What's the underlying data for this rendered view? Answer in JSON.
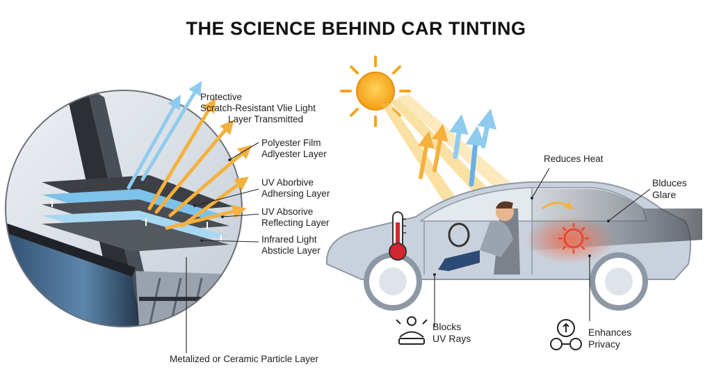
{
  "title": "THE SCIENCE BEHIND CAR TINTING",
  "layer_labels": {
    "protective": [
      "Protective",
      "Scratch-Resistant Vlie Light",
      "Layer      Transmitted"
    ],
    "polyester": [
      "Polyester Film",
      "Adlyester Layer"
    ],
    "uv_adhesive": [
      "UV Aborbive",
      "Adhersing Layer"
    ],
    "uv_reflecting": [
      "UV Absorive",
      "Reflecting Layer"
    ],
    "infrared": [
      "Infrared Light",
      "Absticle Layer"
    ],
    "metalized": "Metalized or Ceramic Particle Layer"
  },
  "benefits": {
    "reduces_heat": "Reduces Heat",
    "reduces_glare": [
      "Blduces",
      "Glare"
    ],
    "blocks_uv": [
      "Blocks",
      "UV Rays"
    ],
    "privacy": [
      "Enhances",
      "Privacy"
    ]
  },
  "colors": {
    "uv_ray": "#f4b13e",
    "visible_ray": "#8fcbee",
    "heat": "#e9472f",
    "car_body": "#c9d2dc",
    "film_dark": "#3d3f44",
    "film_blue": "#7cc2ea"
  }
}
